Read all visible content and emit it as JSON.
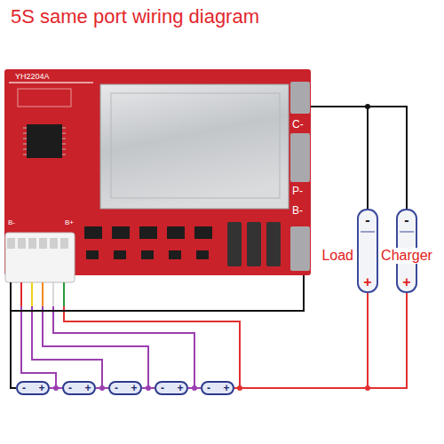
{
  "diagram": {
    "title": "5S same port wiring diagram",
    "nodes": [
      {
        "text": [
          "YH2204A",
          "C-",
          "P-",
          "B-",
          "B-",
          "B+"
        ]
      },
      {
        "text": [
          "Load",
          "-",
          "+"
        ]
      },
      {
        "text": [
          "Charger",
          "-",
          "+"
        ]
      },
      {
        "text": [
          "-",
          "+"
        ]
      },
      {
        "text": [
          "-",
          "+"
        ]
      },
      {
        "text": [
          "-",
          "+"
        ]
      },
      {
        "text": [
          "-",
          "+"
        ]
      },
      {
        "text": [
          "-",
          "+"
        ]
      }
    ],
    "edges": [
      {
        "from": 0,
        "to": 1,
        "arrow": "none"
      },
      {
        "from": 0,
        "to": 2,
        "arrow": "none"
      },
      {
        "from": 0,
        "to": 3,
        "arrow": "none"
      },
      {
        "from": 3,
        "to": 4,
        "arrow": "none"
      },
      {
        "from": 4,
        "to": 5,
        "arrow": "none"
      },
      {
        "from": 5,
        "to": 6,
        "arrow": "none"
      },
      {
        "from": 6,
        "to": 7,
        "arrow": "none"
      },
      {
        "from": 7,
        "to": 1,
        "arrow": "none"
      },
      {
        "from": 7,
        "to": 2,
        "arrow": "none"
      }
    ]
  }
}
